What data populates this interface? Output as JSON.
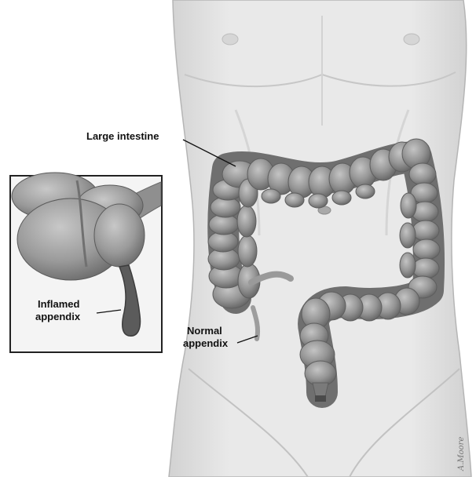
{
  "labels": {
    "large_intestine": "Large intestine",
    "inflamed_appendix_line1": "Inflamed",
    "inflamed_appendix_line2": "appendix",
    "normal_appendix_line1": "Normal",
    "normal_appendix_line2": "appendix"
  },
  "signature": "A.Moore",
  "colors": {
    "skin": "#e6e6e6",
    "skin_shadow": "#c9c9c9",
    "colon": "#8e8e8e",
    "colon_dark": "#5e5e5e",
    "colon_light": "#b8b8b8",
    "appendix_inflamed": "#5a5a5a",
    "inset_border": "#222222",
    "line": "#111111"
  }
}
